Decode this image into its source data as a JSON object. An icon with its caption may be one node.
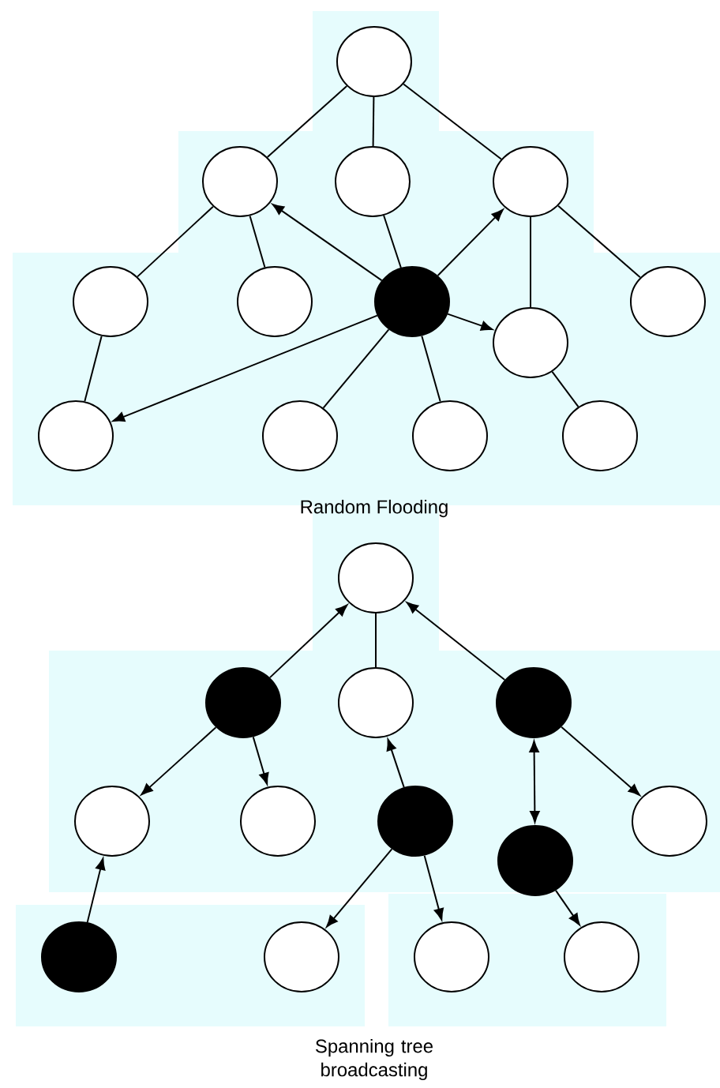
{
  "diagram": {
    "nodes": [
      {
        "text": [],
        "shape": "circle"
      },
      {
        "text": [],
        "shape": "circle"
      },
      {
        "text": [],
        "shape": "circle"
      },
      {
        "text": [],
        "shape": "circle"
      },
      {
        "text": [],
        "shape": "circle"
      },
      {
        "text": [],
        "shape": "circle"
      },
      {
        "text": [],
        "shape": "circle"
      },
      {
        "text": [],
        "shape": "circle"
      },
      {
        "text": [],
        "shape": "circle"
      },
      {
        "text": [],
        "shape": "circle"
      },
      {
        "text": [],
        "shape": "circle"
      },
      {
        "text": [],
        "shape": "circle"
      },
      {
        "text": [],
        "shape": "circle"
      },
      {
        "text": [],
        "shape": "circle"
      },
      {
        "text": [],
        "shape": "circle"
      },
      {
        "text": [],
        "shape": "circle"
      },
      {
        "text": [],
        "shape": "circle"
      },
      {
        "text": [],
        "shape": "circle"
      },
      {
        "text": [],
        "shape": "circle"
      },
      {
        "text": [],
        "shape": "circle"
      },
      {
        "text": [],
        "shape": "circle"
      },
      {
        "text": [],
        "shape": "circle"
      },
      {
        "text": [],
        "shape": "circle"
      },
      {
        "text": [],
        "shape": "circle"
      },
      {
        "text": [],
        "shape": "circle"
      },
      {
        "text": [],
        "shape": "circle"
      }
    ],
    "edges": [
      {
        "from": 0,
        "to": 1,
        "arrow": "none"
      },
      {
        "from": 0,
        "to": 2,
        "arrow": "none"
      },
      {
        "from": 0,
        "to": 3,
        "arrow": "none"
      },
      {
        "from": 1,
        "to": 4,
        "arrow": "none"
      },
      {
        "from": 1,
        "to": 5,
        "arrow": "none"
      },
      {
        "from": 6,
        "to": 1,
        "arrow": "to"
      },
      {
        "from": 6,
        "to": 2,
        "arrow": "none"
      },
      {
        "from": 6,
        "to": 3,
        "arrow": "to"
      },
      {
        "from": 6,
        "to": 7,
        "arrow": "to"
      },
      {
        "from": 6,
        "to": 9,
        "arrow": "to"
      },
      {
        "from": 6,
        "to": 10,
        "arrow": "none"
      },
      {
        "from": 6,
        "to": 11,
        "arrow": "none"
      },
      {
        "from": 3,
        "to": 7,
        "arrow": "none"
      },
      {
        "from": 3,
        "to": 8,
        "arrow": "none"
      },
      {
        "from": 4,
        "to": 9,
        "arrow": "none"
      },
      {
        "from": 7,
        "to": 12,
        "arrow": "none"
      },
      {
        "from": 14,
        "to": 13,
        "arrow": "to"
      },
      {
        "from": 13,
        "to": 15,
        "arrow": "none"
      },
      {
        "from": 16,
        "to": 13,
        "arrow": "to"
      },
      {
        "from": 14,
        "to": 17,
        "arrow": "to"
      },
      {
        "from": 14,
        "to": 18,
        "arrow": "to"
      },
      {
        "from": 19,
        "to": 15,
        "arrow": "to"
      },
      {
        "from": 16,
        "to": 21,
        "arrow": "both"
      },
      {
        "from": 16,
        "to": 20,
        "arrow": "to"
      },
      {
        "from": 22,
        "to": 17,
        "arrow": "to"
      },
      {
        "from": 19,
        "to": 23,
        "arrow": "to"
      },
      {
        "from": 19,
        "to": 24,
        "arrow": "to"
      },
      {
        "from": 21,
        "to": 25,
        "arrow": "to"
      }
    ],
    "labels": [
      "Random Flooding",
      "Spanning tree broadcasting"
    ]
  }
}
